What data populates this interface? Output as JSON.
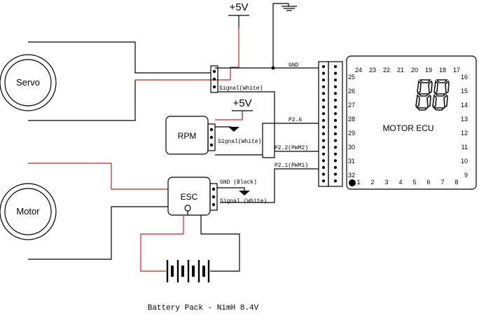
{
  "supply": {
    "top_label": "+5V",
    "rpm_label": "+5V"
  },
  "components": {
    "servo": "Servo",
    "rpm": "RPM",
    "motor": "Motor",
    "esc": "ESC",
    "ecu": "MOTOR ECU"
  },
  "nets": {
    "gnd": "GND",
    "servo_signal": "Signal(White)",
    "rpm_signal": "Signal(White)",
    "esc_gnd": "GND (Black)",
    "esc_signal": "Signal (White)",
    "p26": "P2.6",
    "p22": "P2.2(PWM2)",
    "p21": "P2.1(PWM1)"
  },
  "ecu_pins": {
    "top": [
      "24",
      "23",
      "22",
      "21",
      "20",
      "19",
      "18",
      "17"
    ],
    "left": [
      "25",
      "26",
      "27",
      "28",
      "29",
      "30",
      "31",
      "32"
    ],
    "right": [
      "16",
      "15",
      "14",
      "13",
      "12",
      "11",
      "10",
      "9"
    ],
    "bottom": [
      "1",
      "2",
      "3",
      "4",
      "5",
      "6",
      "7",
      "8"
    ]
  },
  "battery_label": "Battery Pack - NimH 8.4V",
  "colors": {
    "wire": "#000000",
    "power_wire": "#d42020"
  },
  "icons": {
    "ground": "ground-icon",
    "display": "seven-segment-display-icon"
  }
}
